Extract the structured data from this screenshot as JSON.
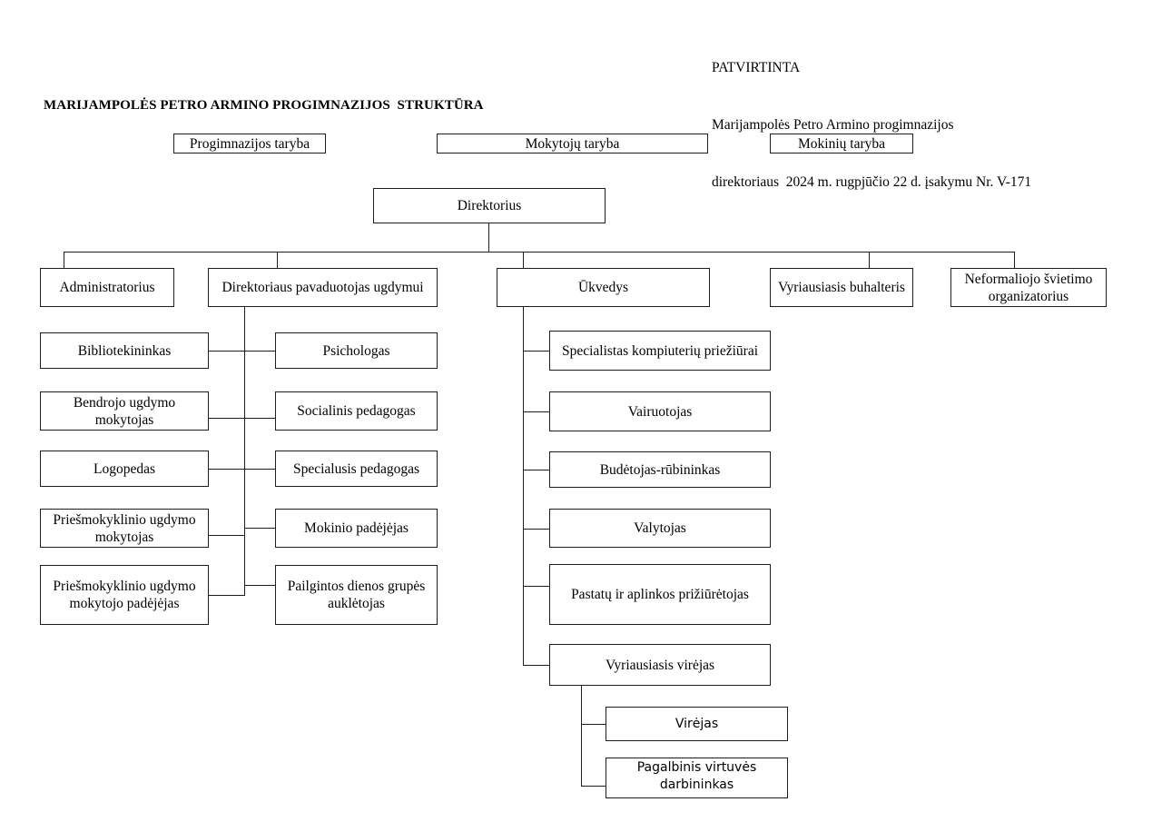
{
  "document": {
    "approval_block": [
      "PATVIRTINTA",
      "Marijampolės Petro Armino progimnazijos",
      "direktoriaus  2024 m. rugpjūčio 22 d. įsakymu Nr. V-171"
    ],
    "chart_title": "MARIJAMPOLĖS PETRO ARMINO PROGIMNAZIJOS  STRUKTŪRA"
  },
  "chart_data": {
    "type": "diagram",
    "title": "MARIJAMPOLĖS PETRO ARMINO PROGIMNAZIJOS  STRUKTŪRA",
    "orientation": "top-down organizational chart",
    "colors": {
      "box_border": "#1c1c1c",
      "line": "#1c1c1c",
      "background": "#ffffff",
      "text": "#000000"
    },
    "councils": [
      {
        "id": "c1",
        "label": "Progimnazijos taryba"
      },
      {
        "id": "c2",
        "label": "Mokytojų taryba"
      },
      {
        "id": "c3",
        "label": "Mokinių taryba"
      }
    ],
    "root": {
      "id": "n_dir",
      "label": "Direktorius"
    },
    "level2": [
      {
        "id": "n_adm",
        "label": "Administratorius"
      },
      {
        "id": "n_pav",
        "label": "Direktoriaus pavaduotojas ugdymui"
      },
      {
        "id": "n_ukv",
        "label": "Ūkvedys"
      },
      {
        "id": "n_buh",
        "label": "Vyriausiasis buhalteris"
      },
      {
        "id": "n_nef",
        "label": "Neformaliojo švietimo organizatorius"
      }
    ],
    "pavaduotojas_left_children": [
      {
        "id": "l1",
        "label": "Bibliotekininkas"
      },
      {
        "id": "l2",
        "label": "Bendrojo ugdymo mokytojas"
      },
      {
        "id": "l3",
        "label": "Logopedas"
      },
      {
        "id": "l4",
        "label": "Priešmokyklinio ugdymo mokytojas"
      },
      {
        "id": "l5",
        "label": "Priešmokyklinio ugdymo mokytojo padėjėjas"
      }
    ],
    "pavaduotojas_right_children": [
      {
        "id": "r1",
        "label": "Psichologas"
      },
      {
        "id": "r2",
        "label": "Socialinis pedagogas"
      },
      {
        "id": "r3",
        "label": "Specialusis pedagogas"
      },
      {
        "id": "r4",
        "label": "Mokinio padėjėjas"
      },
      {
        "id": "r5",
        "label": "Pailgintos dienos grupės auklėtojas"
      }
    ],
    "ukvedys_children": [
      {
        "id": "u1",
        "label": "Specialistas kompiuterių priežiūrai"
      },
      {
        "id": "u2",
        "label": "Vairuotojas"
      },
      {
        "id": "u3",
        "label": "Budėtojas-rūbininkas"
      },
      {
        "id": "u4",
        "label": "Valytojas"
      },
      {
        "id": "u5",
        "label": "Pastatų ir aplinkos prižiūrėtojas"
      },
      {
        "id": "u6",
        "label": "Vyriausiasis virėjas"
      }
    ],
    "virejas_children": [
      {
        "id": "v1",
        "label": "Virėjas"
      },
      {
        "id": "v2",
        "label": "Pagalbinis virtuvės darbininkas"
      }
    ],
    "edges": [
      {
        "from": "n_dir",
        "to": "n_adm"
      },
      {
        "from": "n_dir",
        "to": "n_pav"
      },
      {
        "from": "n_dir",
        "to": "n_ukv"
      },
      {
        "from": "n_dir",
        "to": "n_buh"
      },
      {
        "from": "n_dir",
        "to": "n_nef"
      },
      {
        "from": "n_pav",
        "to": "l1"
      },
      {
        "from": "n_pav",
        "to": "l2"
      },
      {
        "from": "n_pav",
        "to": "l3"
      },
      {
        "from": "n_pav",
        "to": "l4"
      },
      {
        "from": "n_pav",
        "to": "l5"
      },
      {
        "from": "n_pav",
        "to": "r1"
      },
      {
        "from": "n_pav",
        "to": "r2"
      },
      {
        "from": "n_pav",
        "to": "r3"
      },
      {
        "from": "n_pav",
        "to": "r4"
      },
      {
        "from": "n_pav",
        "to": "r5"
      },
      {
        "from": "n_ukv",
        "to": "u1"
      },
      {
        "from": "n_ukv",
        "to": "u2"
      },
      {
        "from": "n_ukv",
        "to": "u3"
      },
      {
        "from": "n_ukv",
        "to": "u4"
      },
      {
        "from": "n_ukv",
        "to": "u5"
      },
      {
        "from": "n_ukv",
        "to": "u6"
      },
      {
        "from": "u6",
        "to": "v1"
      },
      {
        "from": "u6",
        "to": "v2"
      }
    ]
  }
}
